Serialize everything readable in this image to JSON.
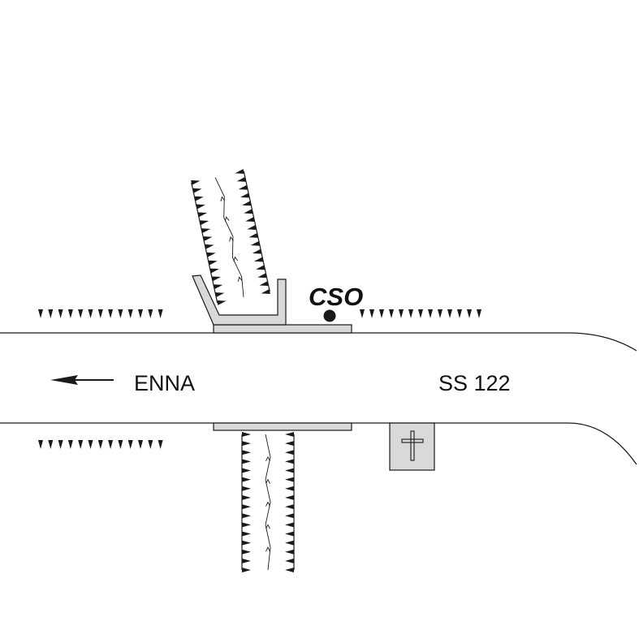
{
  "map": {
    "destination_label": "ENNA",
    "road_label": "SS 122",
    "poi_label": "CSO",
    "arrow_direction": "left"
  },
  "icons": {
    "destination": "arrow-left-icon",
    "poi": "dot-marker-icon",
    "cemetery": "cross-icon"
  },
  "colors": {
    "line": "#1a1a1a",
    "fill_gray": "#d9d9d9",
    "background": "#ffffff"
  }
}
